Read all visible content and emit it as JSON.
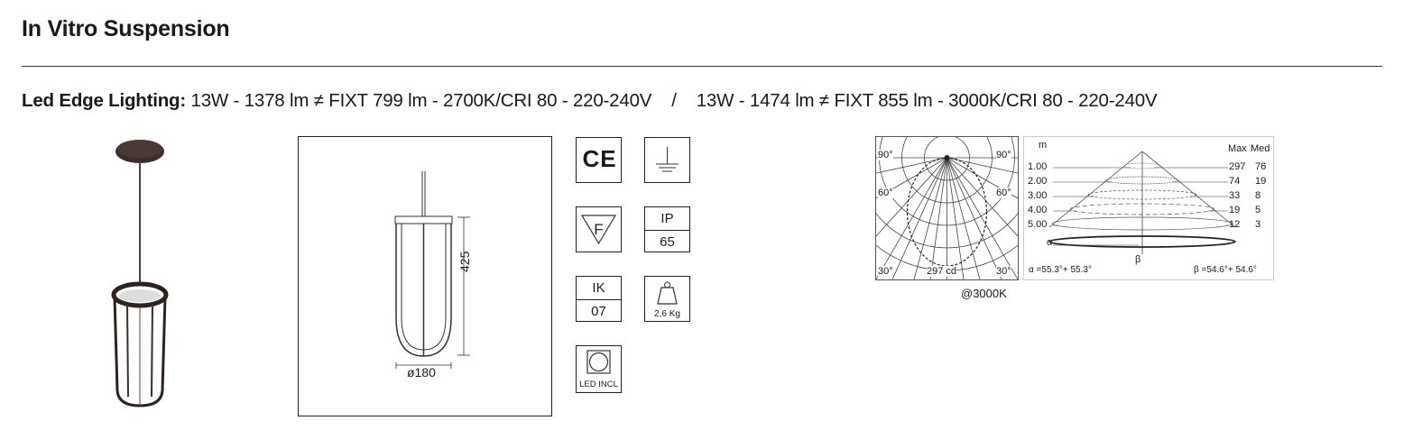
{
  "title": "In Vitro Suspension",
  "specs": {
    "label": "Led Edge Lighting:",
    "option1": "13W - 1378 lm ≠ FIXT 799 lm - 2700K/CRI 80 - 220-240V",
    "separator": "/",
    "option2": "13W - 1474 lm ≠ FIXT 855 lm - 3000K/CRI 80 - 220-240V"
  },
  "dimensions": {
    "height": "425",
    "diameter": "ø180"
  },
  "certifications": {
    "ce": "CE",
    "ip_label": "IP",
    "ip_value": "65",
    "ik_label": "IK",
    "ik_value": "07",
    "weight": "2,6 Kg",
    "led_incl": "LED INCL"
  },
  "polar": {
    "angle_90_left": "90°",
    "angle_90_right": "90°",
    "angle_60_left": "60°",
    "angle_60_right": "60°",
    "angle_30_left": "30°",
    "angle_30_right": "30°",
    "candela": "297 cd",
    "caption": "@3000K"
  },
  "cone": {
    "unit": "m",
    "header_max": "Max",
    "header_med": "Med",
    "rows": [
      {
        "distance": "1.00",
        "max": "297",
        "med": "76"
      },
      {
        "distance": "2.00",
        "max": "74",
        "med": "19"
      },
      {
        "distance": "3.00",
        "max": "33",
        "med": "8"
      },
      {
        "distance": "4.00",
        "max": "19",
        "med": "5"
      },
      {
        "distance": "5.00",
        "max": "12",
        "med": "3"
      }
    ],
    "alpha_symbol": "α",
    "beta_symbol": "β",
    "alpha": "α =55.3°+ 55.3°",
    "beta": "β =54.6°+ 54.6°"
  }
}
